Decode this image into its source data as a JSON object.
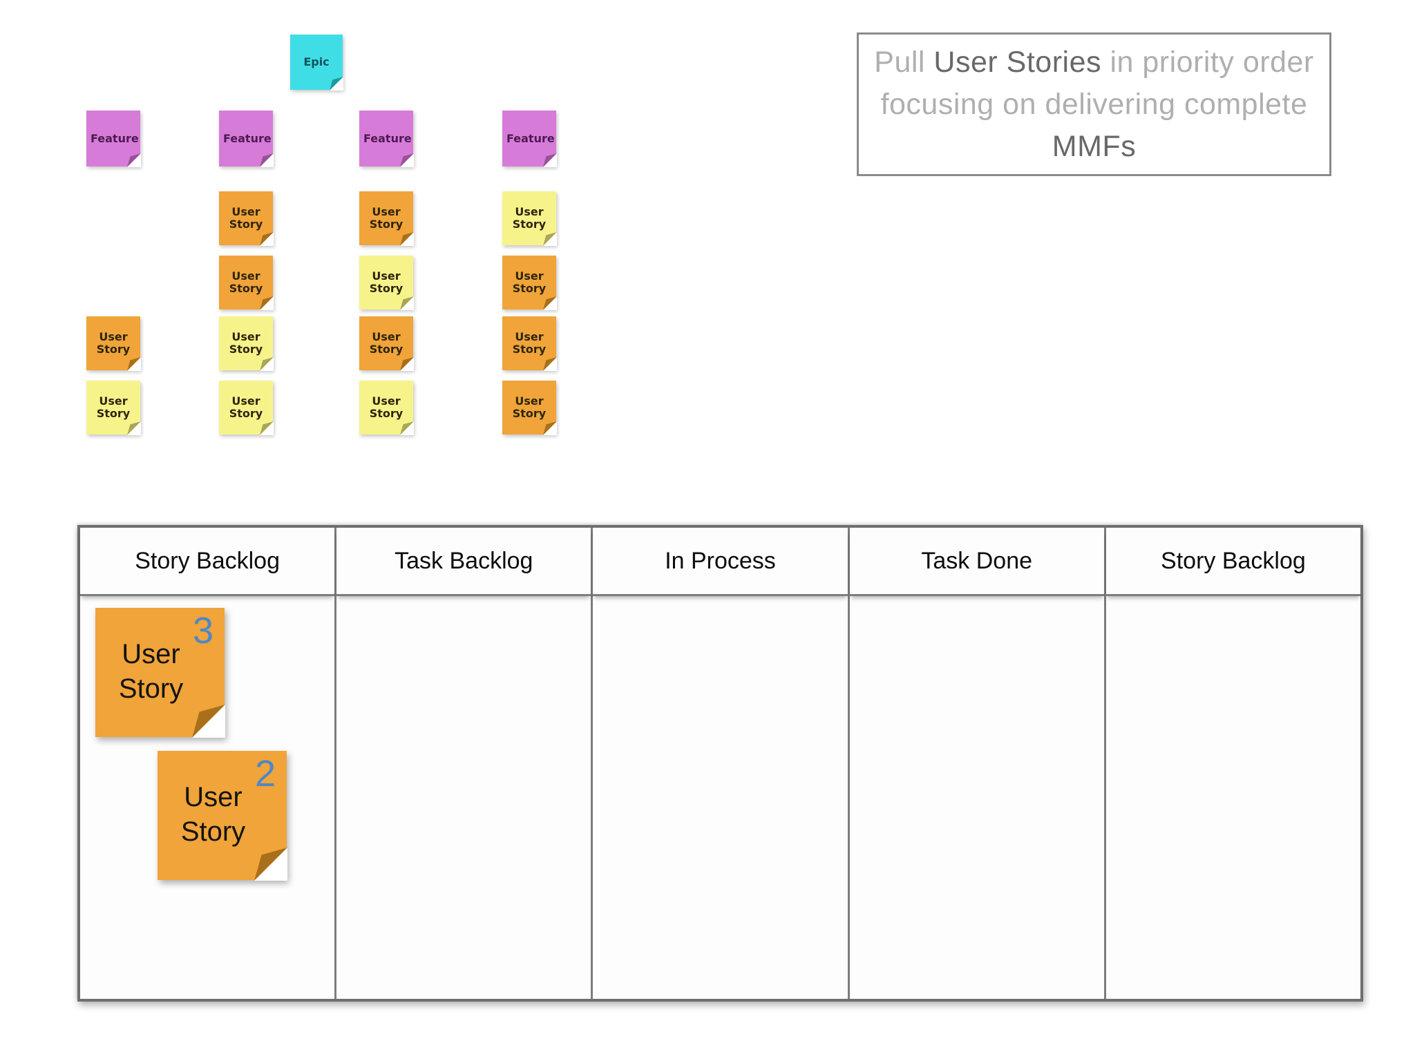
{
  "palette": {
    "cyan": "#3FDEE7",
    "purple": "#D77BD9",
    "orange": "#F0A439",
    "yellow": "#F7F38B",
    "number_blue": "#4E87C8"
  },
  "story_map": {
    "epic": {
      "label": "Epic",
      "color": "cyan"
    },
    "columns": [
      {
        "feature": {
          "label": "Feature",
          "color": "purple"
        },
        "stories": [
          {
            "label": "User Story",
            "color": "orange",
            "row": 3
          },
          {
            "label": "User Story",
            "color": "yellow",
            "row": 4
          }
        ]
      },
      {
        "feature": {
          "label": "Feature",
          "color": "purple"
        },
        "stories": [
          {
            "label": "User Story",
            "color": "orange",
            "row": 1
          },
          {
            "label": "User Story",
            "color": "orange",
            "row": 2
          },
          {
            "label": "User Story",
            "color": "yellow",
            "row": 3
          },
          {
            "label": "User Story",
            "color": "yellow",
            "row": 4
          }
        ]
      },
      {
        "feature": {
          "label": "Feature",
          "color": "purple"
        },
        "stories": [
          {
            "label": "User Story",
            "color": "orange",
            "row": 1
          },
          {
            "label": "User Story",
            "color": "yellow",
            "row": 2
          },
          {
            "label": "User Story",
            "color": "orange",
            "row": 3
          },
          {
            "label": "User Story",
            "color": "yellow",
            "row": 4
          }
        ]
      },
      {
        "feature": {
          "label": "Feature",
          "color": "purple"
        },
        "stories": [
          {
            "label": "User Story",
            "color": "yellow",
            "row": 1
          },
          {
            "label": "User Story",
            "color": "orange",
            "row": 2
          },
          {
            "label": "User Story",
            "color": "orange",
            "row": 3
          },
          {
            "label": "User Story",
            "color": "orange",
            "row": 4
          }
        ]
      }
    ]
  },
  "callout": {
    "segments": [
      {
        "text": "Pull ",
        "emphasis": false
      },
      {
        "text": "User Stories",
        "emphasis": true
      },
      {
        "text": " in priority order focusing on delivering complete ",
        "emphasis": false
      },
      {
        "text": "MMFs",
        "emphasis": true
      }
    ]
  },
  "kanban": {
    "headers": [
      "Story Backlog",
      "Task Backlog",
      "In Process",
      "Task Done",
      "Story Backlog"
    ],
    "cards": [
      {
        "label": "User Story",
        "number": "3",
        "color": "orange"
      },
      {
        "label": "User Story",
        "number": "2",
        "color": "orange"
      }
    ]
  }
}
